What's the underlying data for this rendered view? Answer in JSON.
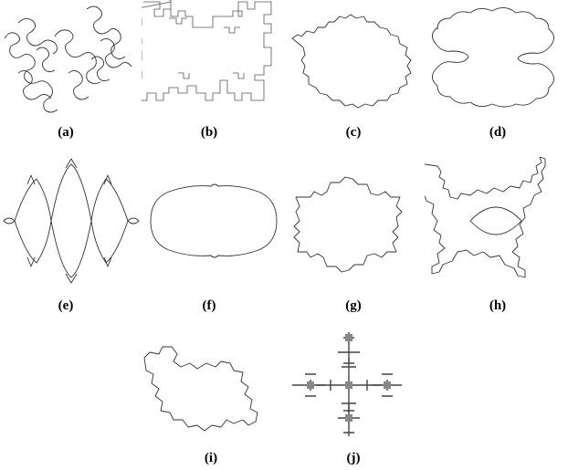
{
  "figure": {
    "panels": [
      {
        "id": "a",
        "label": "(a)",
        "shape": "dragon-curve-tiling"
      },
      {
        "id": "b",
        "label": "(b)",
        "shape": "quadratic-koch-island"
      },
      {
        "id": "c",
        "label": "(c)",
        "shape": "snowflake-variant"
      },
      {
        "id": "d",
        "label": "(d)",
        "shape": "cloud-outline"
      },
      {
        "id": "e",
        "label": "(e)",
        "shape": "julia-set-chain"
      },
      {
        "id": "f",
        "label": "(f)",
        "shape": "smooth-oval"
      },
      {
        "id": "g",
        "label": "(g)",
        "shape": "koch-snowflake"
      },
      {
        "id": "h",
        "label": "(h)",
        "shape": "rough-julia-set"
      },
      {
        "id": "i",
        "label": "(i)",
        "shape": "gosper-island"
      },
      {
        "id": "j",
        "label": "(j)",
        "shape": "vicsek-cross"
      }
    ]
  }
}
